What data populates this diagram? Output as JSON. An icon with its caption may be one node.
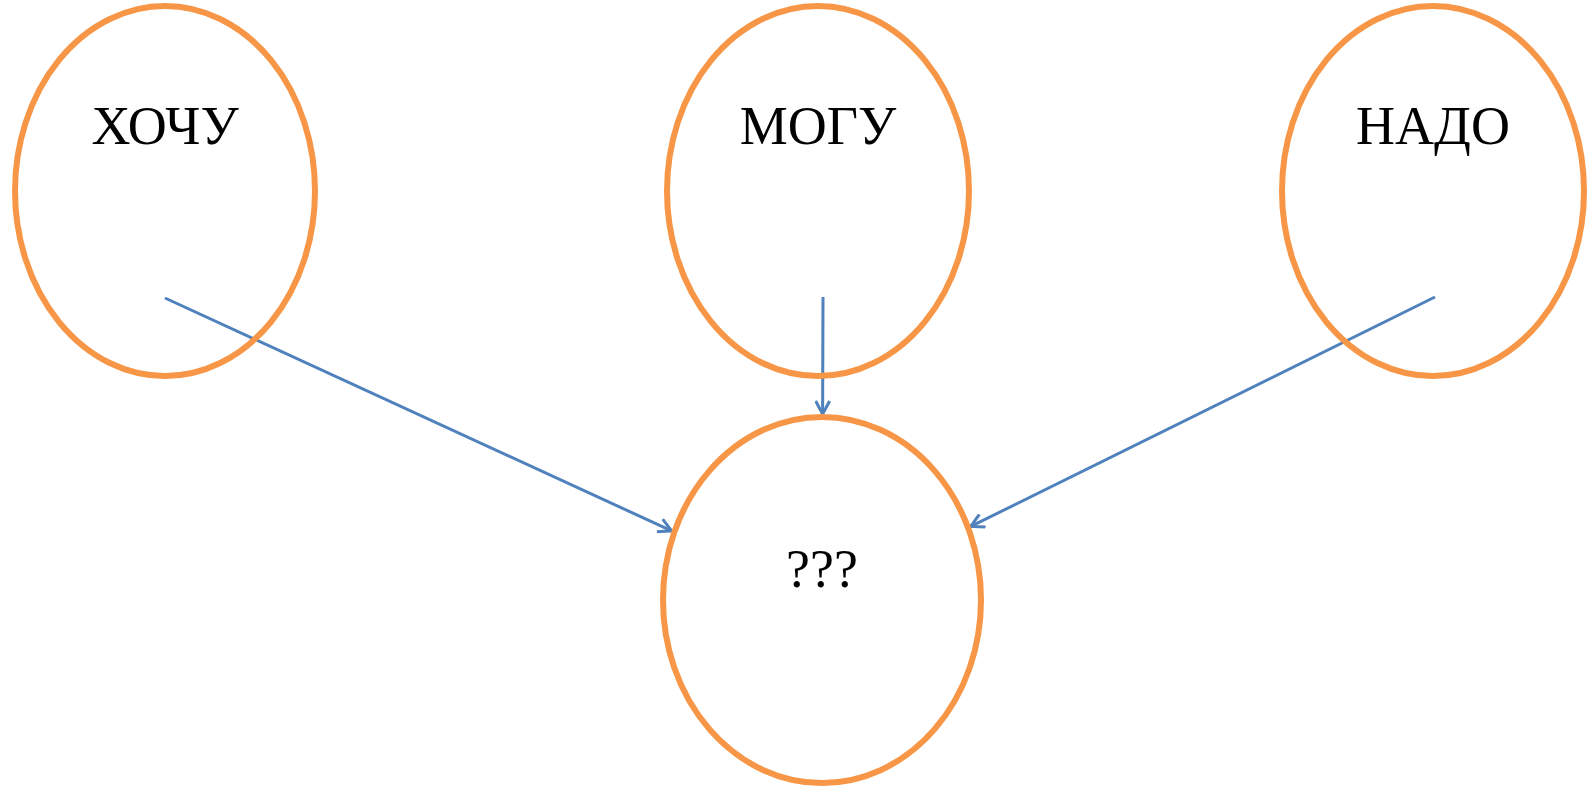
{
  "diagram": {
    "nodes": [
      {
        "text": [
          "ХОЧУ"
        ]
      },
      {
        "text": [
          "МОГУ"
        ]
      },
      {
        "text": [
          "НАДО"
        ]
      },
      {
        "text": [
          "???"
        ]
      }
    ],
    "edges": [
      {
        "from": 0,
        "to": 3,
        "arrow": "to"
      },
      {
        "from": 1,
        "to": 3,
        "arrow": "to"
      },
      {
        "from": 2,
        "to": 3,
        "arrow": "to"
      }
    ]
  }
}
